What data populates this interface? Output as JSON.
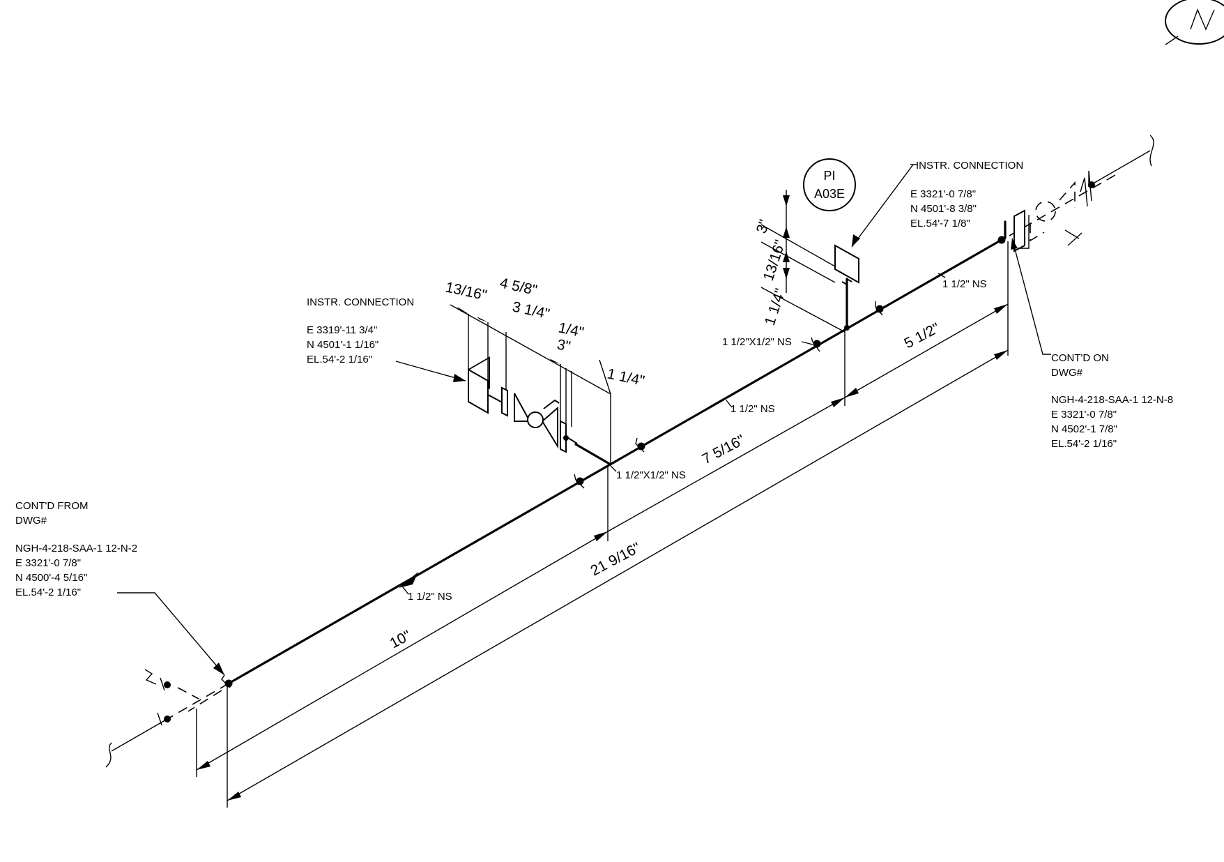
{
  "north_arrow": {
    "label": "N"
  },
  "instrument_bubble": {
    "tag": "PI",
    "number": "A03E"
  },
  "instr_connection_left": {
    "title": "INSTR. CONNECTION",
    "east": "E 3319'-11 3/4\"",
    "north": "N 4501'-1 1/16\"",
    "elev": "EL.54'-2 1/16\""
  },
  "instr_connection_right": {
    "title": "INSTR. CONNECTION",
    "east": "E 3321'-0 7/8\"",
    "north": "N 4501'-8 3/8\"",
    "elev": "EL.54'-7 1/8\""
  },
  "contd_from": {
    "line1": "CONT'D FROM",
    "line2": "DWG#",
    "dwg": "NGH-4-218-SAA-1 12-N-2",
    "east": "E 3321'-0 7/8\"",
    "north": "N 4500'-4 5/16\"",
    "elev": "EL.54'-2 1/16\""
  },
  "contd_on": {
    "line1": "CONT'D ON",
    "line2": "DWG#",
    "dwg": "NGH-4-218-SAA-1 12-N-8",
    "east": "E 3321'-0 7/8\"",
    "north": "N 4502'-1 7/8\"",
    "elev": "EL.54'-2 1/16\""
  },
  "pipe_labels": {
    "ns_upper_right": "1 1/2\" NS",
    "ns_middle": "1 1/2\" NS",
    "ns_lower": "1 1/2\" NS",
    "reducer_upper": "1 1/2\"X1/2\" NS",
    "reducer_lower": "1 1/2\"X1/2\" NS"
  },
  "dimensions": {
    "d_13_16_top": "13/16\"",
    "d_4_5_8": "4 5/8\"",
    "d_3_1_4": "3 1/4\"",
    "d_1_4_small": "1/4\"",
    "d_3": "3\"",
    "d_1_1_4_branch": "1 1/4\"",
    "d_3_vert": "3\"",
    "d_13_16_vert": "13/16\"",
    "d_1_1_4_vert": "1 1/4\"",
    "d_5_1_2": "5 1/2\"",
    "d_7_5_16": "7 5/16\"",
    "d_21_9_16": "21 9/16\"",
    "d_10": "10\""
  }
}
